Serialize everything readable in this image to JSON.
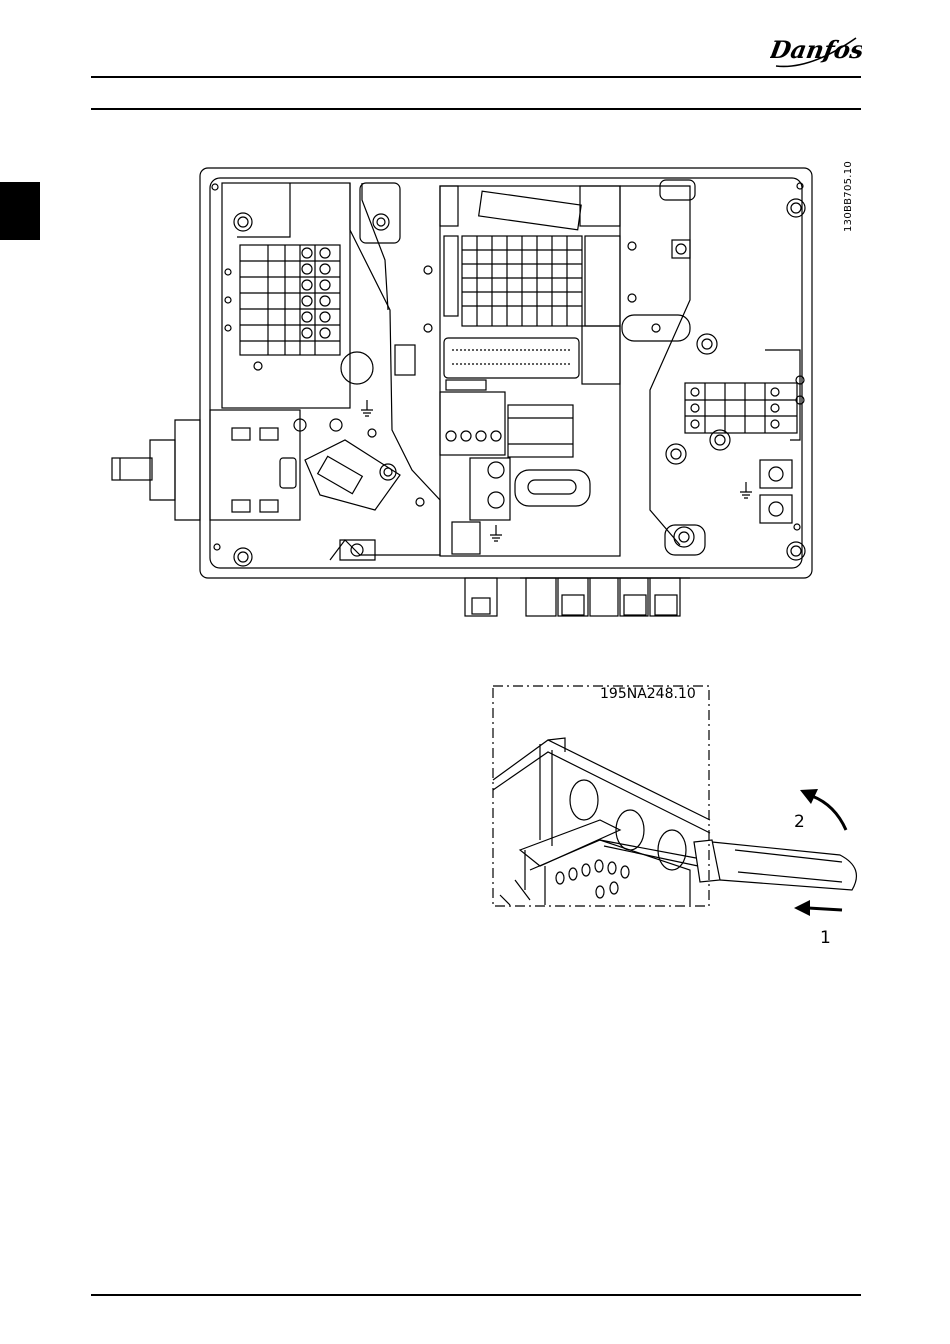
{
  "header": {
    "brand": "Danfoss"
  },
  "figure_top": {
    "id": "130BB705.10"
  },
  "figure_bottom": {
    "id": "195NA248.10",
    "callouts": [
      "2",
      "1"
    ]
  }
}
